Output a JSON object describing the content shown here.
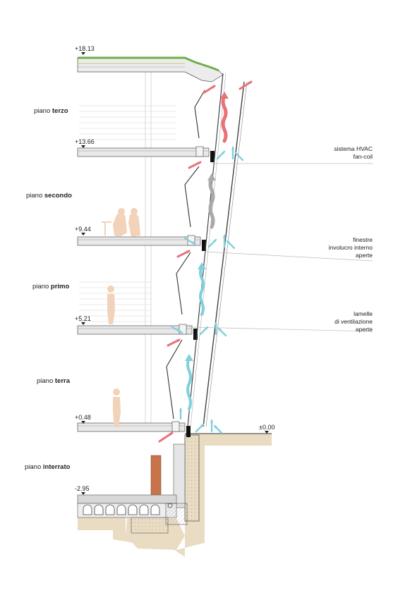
{
  "floors": [
    {
      "prefix": "piano ",
      "name": "terzo"
    },
    {
      "prefix": "piano ",
      "name": "secondo"
    },
    {
      "prefix": "piano ",
      "name": "primo"
    },
    {
      "prefix": "piano ",
      "name": "terra"
    },
    {
      "prefix": "piano ",
      "name": "interrato"
    }
  ],
  "levels": {
    "roof": "+18.13",
    "l3": "+13.66",
    "l2": "+9.44",
    "l1": "+5.21",
    "l0": "+0.48",
    "ground": "±0.00",
    "basement": "-2.95"
  },
  "annotations": {
    "hvac": [
      "sistema HVAC",
      "fan-coil"
    ],
    "windows": [
      "finestre",
      "involucro interno",
      "aperte"
    ],
    "louvres": [
      "lamelle",
      "di ventilazione",
      "aperte"
    ]
  },
  "colors": {
    "warm_air": "#e8727a",
    "cool_air": "#7fd0dc",
    "mid_air": "#a9a9ad",
    "green_roof": "#6fae4a",
    "brick": "#c8734a",
    "soil": "#e9dcc3",
    "concrete": "#d8d8d8",
    "silhouette": "#f2d2b8"
  }
}
